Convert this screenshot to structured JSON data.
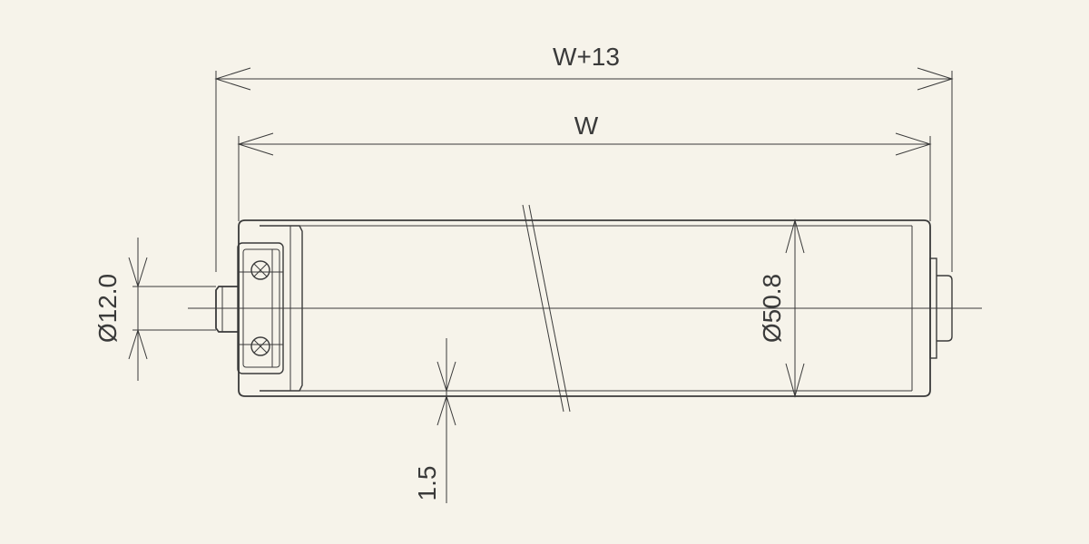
{
  "dimensions": {
    "overall_width": "W+13",
    "tube_width": "W",
    "shaft_diameter": "Ø12.0",
    "tube_diameter": "Ø50.8",
    "wall_thickness": "1.5"
  },
  "colors": {
    "background": "#f6f3ea",
    "line": "#3a3a3a"
  }
}
